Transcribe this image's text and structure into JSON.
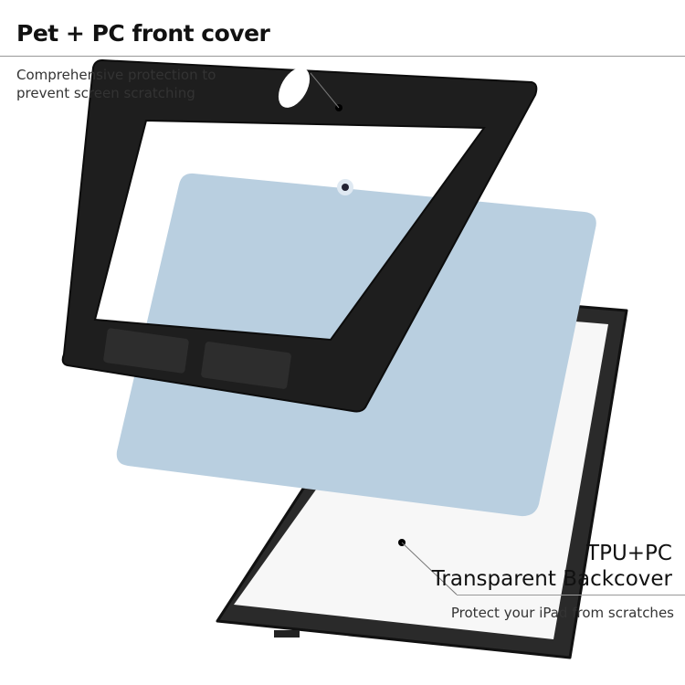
{
  "front_cover": {
    "title": "Pet + PC front cover",
    "description_line1": "Comprehensive protection to",
    "description_line2": "prevent screen scratching"
  },
  "back_cover": {
    "title_line1": "TPU+PC",
    "title_line2": "Transparent Backcover",
    "description": "Protect your iPad from scratches"
  },
  "colors": {
    "frame": "#1e1e1e",
    "tablet": "#b9cfe0",
    "text": "#111111"
  }
}
